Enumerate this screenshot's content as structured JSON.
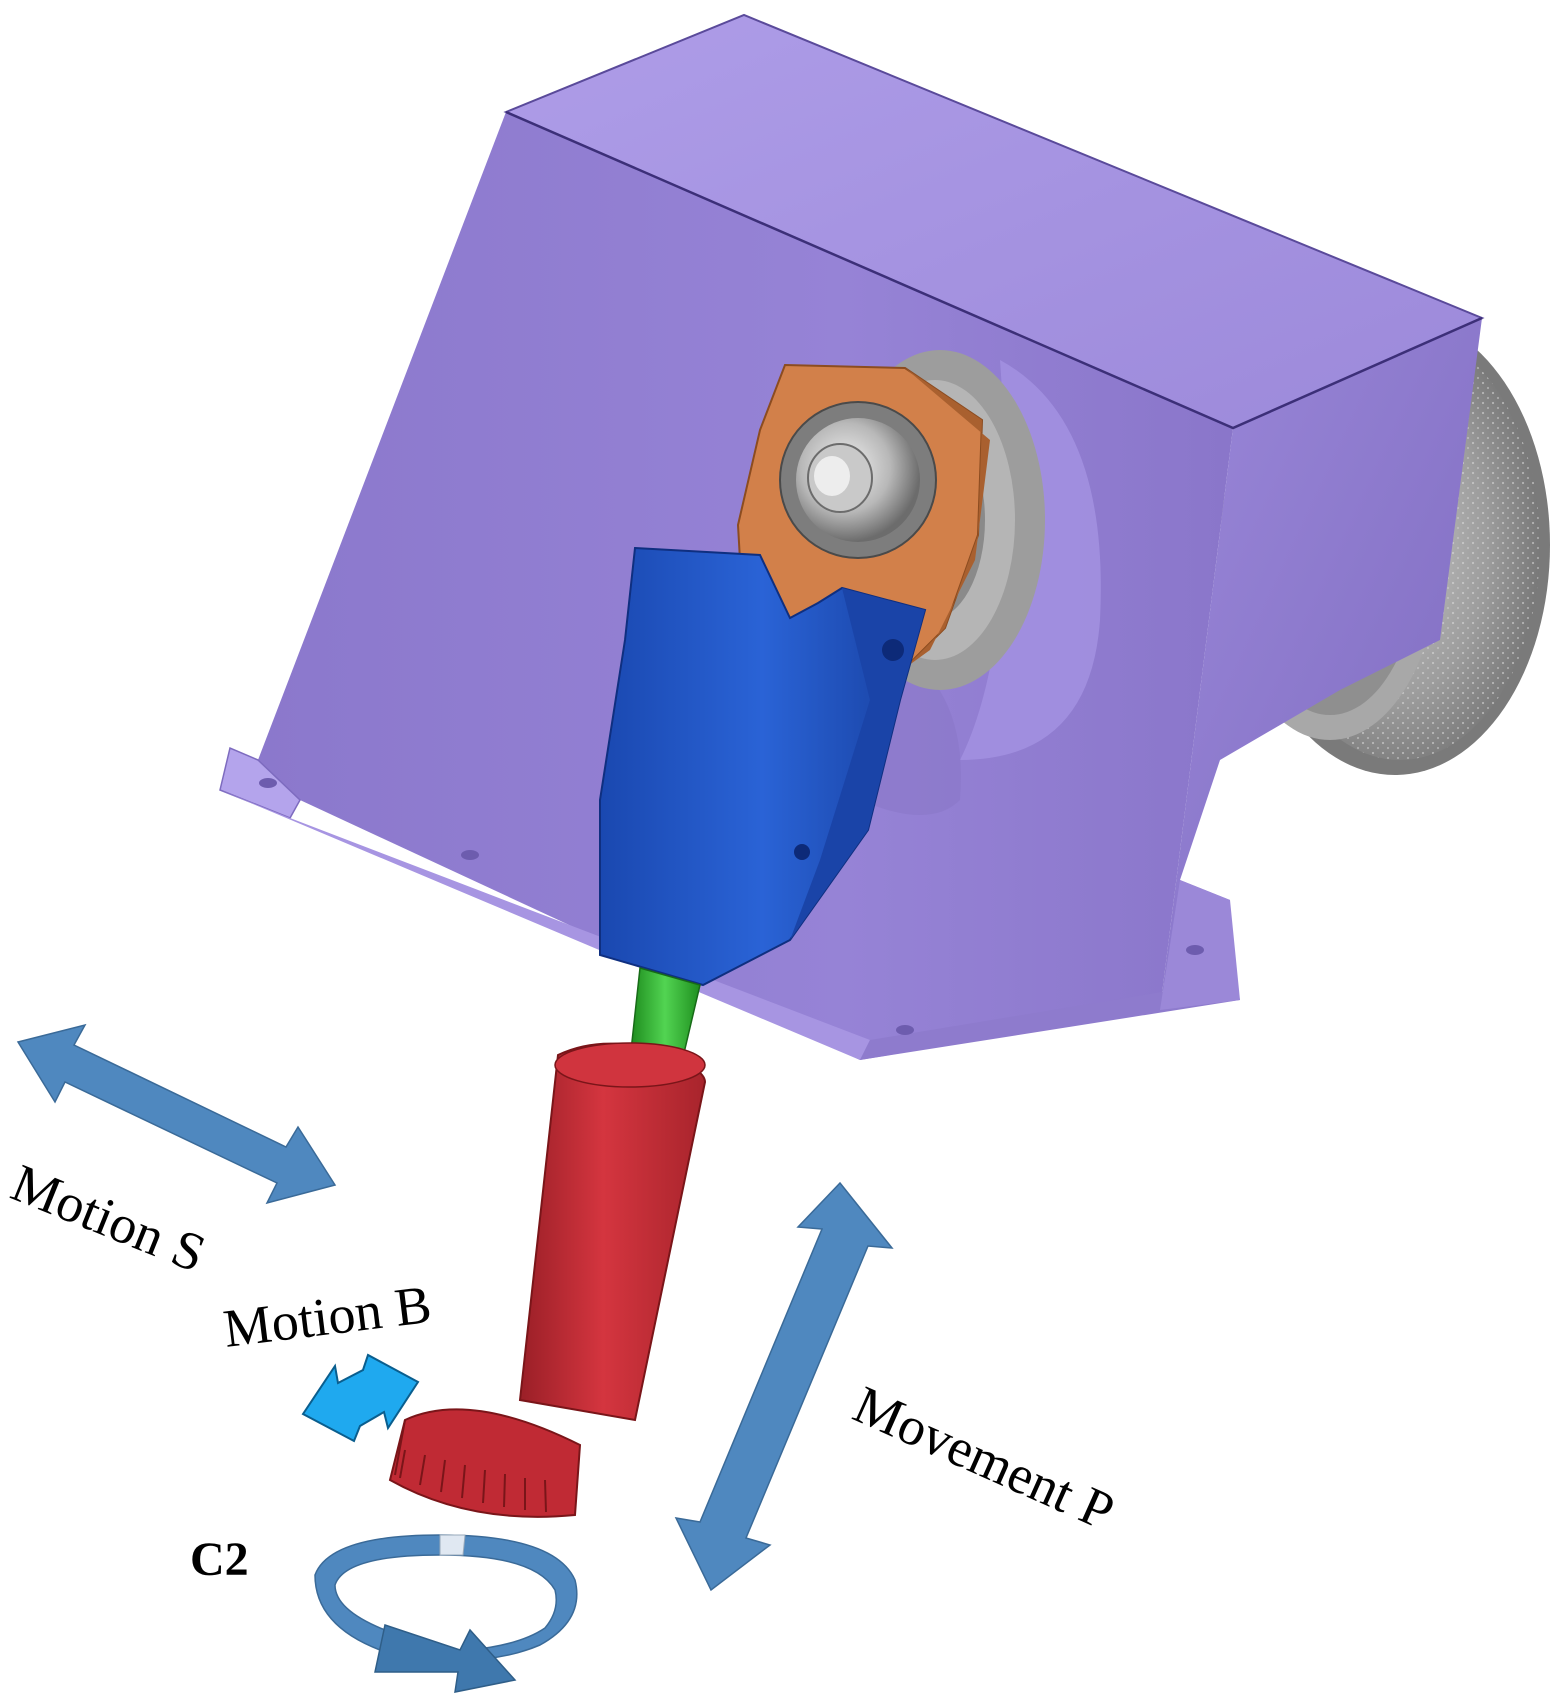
{
  "labels": {
    "motion_s": "Motion S",
    "motion_b": "Motion B",
    "movement_p": "Movement P",
    "c2": "C2"
  },
  "colors": {
    "housing": "#9a86d8",
    "housing_dark": "#7f6cc0",
    "housing_light": "#ad9be6",
    "crank": "#d2804a",
    "connecting_rod": "#1f55c8",
    "joint": "#2fb52f",
    "tool": "#c8303a",
    "pulley": "#9a9a9a",
    "arrow": "#4f88bf",
    "arrow_b": "#1fa9ef"
  }
}
